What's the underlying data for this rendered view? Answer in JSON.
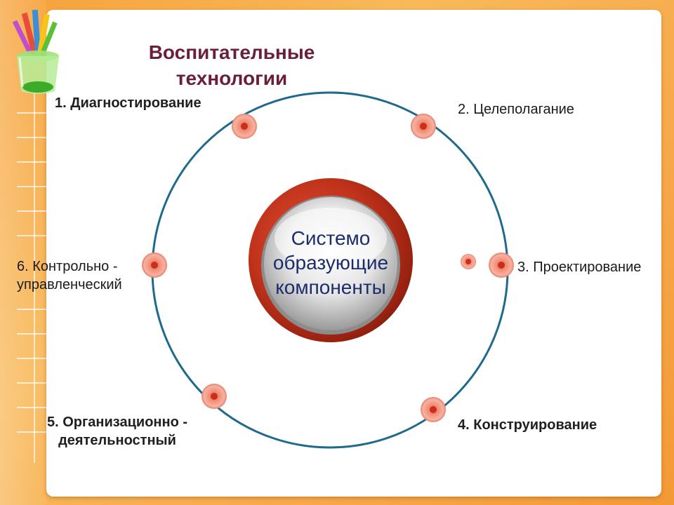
{
  "title": "Воспитательные технологии",
  "center": {
    "line1": "Системо",
    "line2": "образующие",
    "line3": "компоненты"
  },
  "items": [
    {
      "label": "1. Диагностирование"
    },
    {
      "label": "2. Целеполагание"
    },
    {
      "label": "3. Проектирование"
    },
    {
      "label": "4. Конструирование"
    },
    {
      "label_line1": "5. Организационно -",
      "label_line2": "деятельностный"
    },
    {
      "label_line1": "6. Контрольно -",
      "label_line2": "управленческий"
    }
  ],
  "colors": {
    "orbit": "#1f6a8c",
    "node": "#f08a78",
    "ring": "#c0321a",
    "title": "#6b1e3c"
  }
}
